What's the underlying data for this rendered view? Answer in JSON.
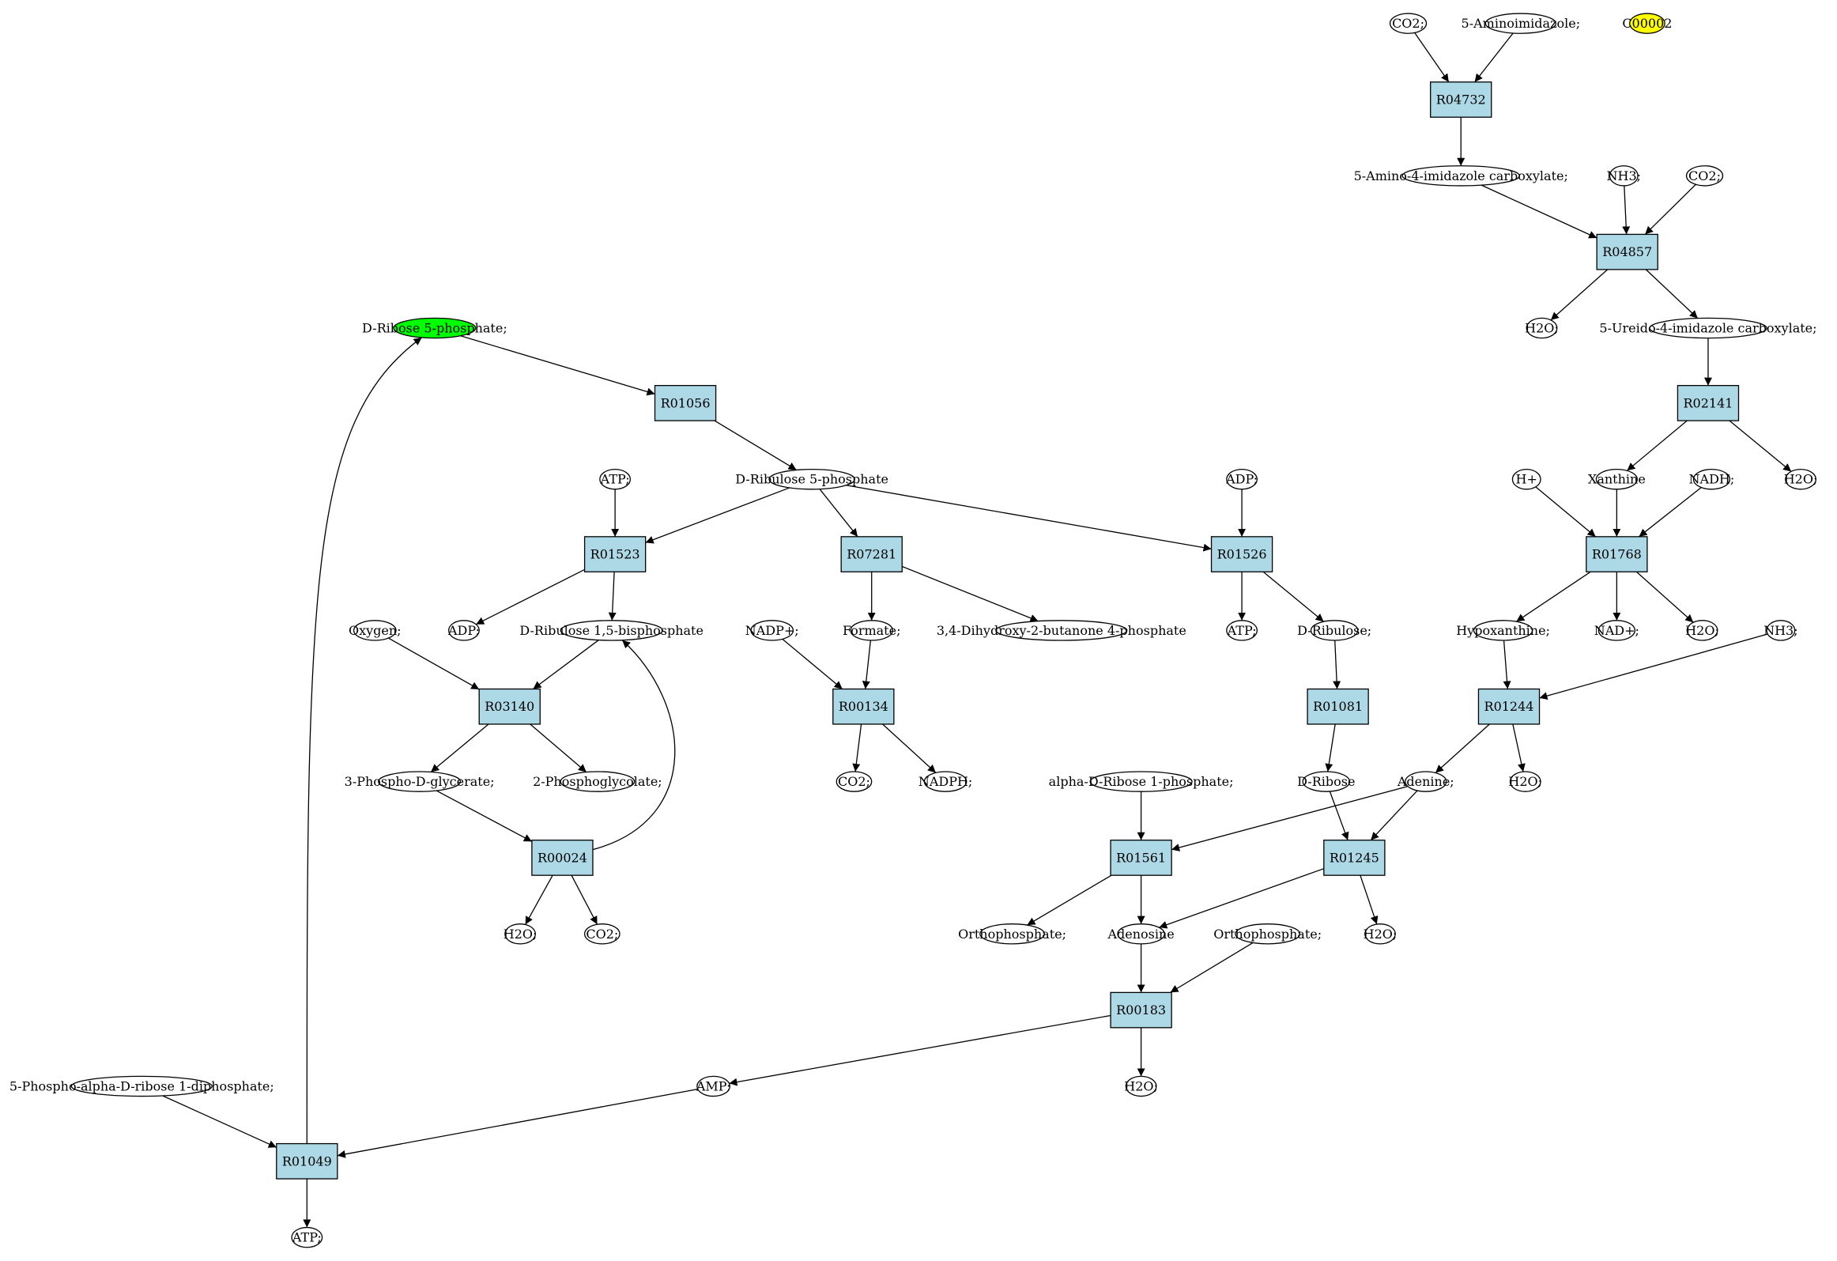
{
  "colors": {
    "reaction_fill": "#add8e6",
    "compound_fill": "#ffffff",
    "highlight_green": "#00ff00",
    "highlight_yellow": "#ffff00",
    "stroke": "#000000"
  },
  "nodes": [
    {
      "id": "c_co2_top",
      "shape": "ellipse",
      "label": "CO2;"
    },
    {
      "id": "c_5aminoimidazole",
      "shape": "ellipse",
      "label": "5-Aminoimidazole;"
    },
    {
      "id": "c_c00002",
      "shape": "ellipse",
      "label": "C00002",
      "fill": "highlight_yellow"
    },
    {
      "id": "r_R04732",
      "shape": "rect",
      "label": "R04732"
    },
    {
      "id": "c_5a4ic",
      "shape": "ellipse",
      "label": "5-Amino-4-imidazole carboxylate;"
    },
    {
      "id": "c_nh3_1",
      "shape": "ellipse",
      "label": "NH3;"
    },
    {
      "id": "c_co2_2",
      "shape": "ellipse",
      "label": "CO2;"
    },
    {
      "id": "r_R04857",
      "shape": "rect",
      "label": "R04857"
    },
    {
      "id": "c_h2o_1",
      "shape": "ellipse",
      "label": "H2O;"
    },
    {
      "id": "c_5u4ic",
      "shape": "ellipse",
      "label": "5-Ureido-4-imidazole carboxylate;"
    },
    {
      "id": "c_dr5p_green",
      "shape": "ellipse",
      "label": "D-Ribose 5-phosphate;",
      "fill": "highlight_green"
    },
    {
      "id": "r_R01056",
      "shape": "rect",
      "label": "R01056"
    },
    {
      "id": "r_R02141",
      "shape": "rect",
      "label": "R02141"
    },
    {
      "id": "c_atp_1",
      "shape": "ellipse",
      "label": "ATP;"
    },
    {
      "id": "c_dribulose5p",
      "shape": "ellipse",
      "label": "D-Ribulose 5-phosphate"
    },
    {
      "id": "c_adp_1",
      "shape": "ellipse",
      "label": "ADP;"
    },
    {
      "id": "c_hplus",
      "shape": "ellipse",
      "label": "H+"
    },
    {
      "id": "c_xanthine",
      "shape": "ellipse",
      "label": "Xanthine"
    },
    {
      "id": "c_nadh",
      "shape": "ellipse",
      "label": "NADH;"
    },
    {
      "id": "c_h2o_2",
      "shape": "ellipse",
      "label": "H2O;"
    },
    {
      "id": "r_R01523",
      "shape": "rect",
      "label": "R01523"
    },
    {
      "id": "r_R07281",
      "shape": "rect",
      "label": "R07281"
    },
    {
      "id": "r_R01526",
      "shape": "rect",
      "label": "R01526"
    },
    {
      "id": "r_R01768",
      "shape": "rect",
      "label": "R01768"
    },
    {
      "id": "c_oxygen",
      "shape": "ellipse",
      "label": "Oxygen;"
    },
    {
      "id": "c_adp_2",
      "shape": "ellipse",
      "label": "ADP;"
    },
    {
      "id": "c_drb15bp",
      "shape": "ellipse",
      "label": "D-Ribulose 1,5-bisphosphate"
    },
    {
      "id": "c_nadpplus",
      "shape": "ellipse",
      "label": "NADP+;"
    },
    {
      "id": "c_formate",
      "shape": "ellipse",
      "label": "Formate;"
    },
    {
      "id": "c_34dh2b4p",
      "shape": "ellipse",
      "label": "3,4-Dihydroxy-2-butanone 4-phosphate"
    },
    {
      "id": "c_atp_2",
      "shape": "ellipse",
      "label": "ATP;"
    },
    {
      "id": "c_dribulose",
      "shape": "ellipse",
      "label": "D-Ribulose;"
    },
    {
      "id": "c_hypoxanthine",
      "shape": "ellipse",
      "label": "Hypoxanthine;"
    },
    {
      "id": "c_nadplus",
      "shape": "ellipse",
      "label": "NAD+;"
    },
    {
      "id": "c_h2o_3",
      "shape": "ellipse",
      "label": "H2O;"
    },
    {
      "id": "c_nh3_2",
      "shape": "ellipse",
      "label": "NH3;"
    },
    {
      "id": "r_R03140",
      "shape": "rect",
      "label": "R03140"
    },
    {
      "id": "r_R00134",
      "shape": "rect",
      "label": "R00134"
    },
    {
      "id": "r_R01081",
      "shape": "rect",
      "label": "R01081"
    },
    {
      "id": "r_R01244",
      "shape": "rect",
      "label": "R01244"
    },
    {
      "id": "c_3pdg",
      "shape": "ellipse",
      "label": "3-Phospho-D-glycerate;"
    },
    {
      "id": "c_2pg",
      "shape": "ellipse",
      "label": "2-Phosphoglycolate;"
    },
    {
      "id": "c_co2_3",
      "shape": "ellipse",
      "label": "CO2;"
    },
    {
      "id": "c_nadph",
      "shape": "ellipse",
      "label": "NADPH;"
    },
    {
      "id": "c_adr1p",
      "shape": "ellipse",
      "label": "alpha-D-Ribose 1-phosphate;"
    },
    {
      "id": "c_dribose",
      "shape": "ellipse",
      "label": "D-Ribose"
    },
    {
      "id": "c_adenine",
      "shape": "ellipse",
      "label": "Adenine;"
    },
    {
      "id": "c_h2o_4",
      "shape": "ellipse",
      "label": "H2O;"
    },
    {
      "id": "r_R00024",
      "shape": "rect",
      "label": "R00024"
    },
    {
      "id": "r_R01561",
      "shape": "rect",
      "label": "R01561"
    },
    {
      "id": "r_R01245",
      "shape": "rect",
      "label": "R01245"
    },
    {
      "id": "c_h2o_5",
      "shape": "ellipse",
      "label": "H2O;"
    },
    {
      "id": "c_co2_4",
      "shape": "ellipse",
      "label": "CO2;"
    },
    {
      "id": "c_orthophosphate_1",
      "shape": "ellipse",
      "label": "Orthophosphate;"
    },
    {
      "id": "c_adenosine",
      "shape": "ellipse",
      "label": "Adenosine"
    },
    {
      "id": "c_orthophosphate_2",
      "shape": "ellipse",
      "label": "Orthophosphate;"
    },
    {
      "id": "c_h2o_6",
      "shape": "ellipse",
      "label": "H2O;"
    },
    {
      "id": "r_R00183",
      "shape": "rect",
      "label": "R00183"
    },
    {
      "id": "c_5pardp",
      "shape": "ellipse",
      "label": "5-Phospho-alpha-D-ribose 1-diphosphate;"
    },
    {
      "id": "c_amp",
      "shape": "ellipse",
      "label": "AMP;"
    },
    {
      "id": "c_h2o_7",
      "shape": "ellipse",
      "label": "H2O;"
    },
    {
      "id": "r_R01049",
      "shape": "rect",
      "label": "R01049"
    },
    {
      "id": "c_atp_3",
      "shape": "ellipse",
      "label": "ATP;"
    }
  ],
  "edges": [
    {
      "from": "c_co2_top",
      "to": "r_R04732"
    },
    {
      "from": "c_5aminoimidazole",
      "to": "r_R04732"
    },
    {
      "from": "r_R04732",
      "to": "c_5a4ic"
    },
    {
      "from": "c_5a4ic",
      "to": "r_R04857"
    },
    {
      "from": "c_nh3_1",
      "to": "r_R04857"
    },
    {
      "from": "c_co2_2",
      "to": "r_R04857"
    },
    {
      "from": "r_R04857",
      "to": "c_h2o_1"
    },
    {
      "from": "r_R04857",
      "to": "c_5u4ic"
    },
    {
      "from": "c_5u4ic",
      "to": "r_R02141"
    },
    {
      "from": "r_R02141",
      "to": "c_xanthine"
    },
    {
      "from": "r_R02141",
      "to": "c_h2o_2"
    },
    {
      "from": "c_hplus",
      "to": "r_R01768"
    },
    {
      "from": "c_xanthine",
      "to": "r_R01768"
    },
    {
      "from": "c_nadh",
      "to": "r_R01768"
    },
    {
      "from": "r_R01768",
      "to": "c_hypoxanthine"
    },
    {
      "from": "r_R01768",
      "to": "c_nadplus"
    },
    {
      "from": "r_R01768",
      "to": "c_h2o_3"
    },
    {
      "from": "c_hypoxanthine",
      "to": "r_R01244"
    },
    {
      "from": "c_nh3_2",
      "to": "r_R01244"
    },
    {
      "from": "r_R01244",
      "to": "c_adenine"
    },
    {
      "from": "r_R01244",
      "to": "c_h2o_4"
    },
    {
      "from": "c_dr5p_green",
      "to": "r_R01056"
    },
    {
      "from": "r_R01056",
      "to": "c_dribulose5p"
    },
    {
      "from": "c_dribulose5p",
      "to": "r_R01523"
    },
    {
      "from": "c_dribulose5p",
      "to": "r_R07281"
    },
    {
      "from": "c_dribulose5p",
      "to": "r_R01526"
    },
    {
      "from": "c_atp_1",
      "to": "r_R01523"
    },
    {
      "from": "r_R01523",
      "to": "c_adp_2"
    },
    {
      "from": "r_R01523",
      "to": "c_drb15bp"
    },
    {
      "from": "c_oxygen",
      "to": "r_R03140"
    },
    {
      "from": "c_drb15bp",
      "to": "r_R03140"
    },
    {
      "from": "r_R03140",
      "to": "c_3pdg"
    },
    {
      "from": "r_R03140",
      "to": "c_2pg"
    },
    {
      "from": "c_3pdg",
      "to": "r_R00024"
    },
    {
      "from": "r_R00024",
      "to": "c_drb15bp",
      "curve": "up"
    },
    {
      "from": "r_R00024",
      "to": "c_h2o_5"
    },
    {
      "from": "r_R00024",
      "to": "c_co2_4"
    },
    {
      "from": "r_R07281",
      "to": "c_formate"
    },
    {
      "from": "r_R07281",
      "to": "c_34dh2b4p"
    },
    {
      "from": "c_nadpplus",
      "to": "r_R00134"
    },
    {
      "from": "c_formate",
      "to": "r_R00134"
    },
    {
      "from": "r_R00134",
      "to": "c_co2_3"
    },
    {
      "from": "r_R00134",
      "to": "c_nadph"
    },
    {
      "from": "c_adp_1",
      "to": "r_R01526"
    },
    {
      "from": "r_R01526",
      "to": "c_atp_2"
    },
    {
      "from": "r_R01526",
      "to": "c_dribulose"
    },
    {
      "from": "c_dribulose",
      "to": "r_R01081"
    },
    {
      "from": "r_R01081",
      "to": "c_dribose"
    },
    {
      "from": "c_dribose",
      "to": "r_R01245"
    },
    {
      "from": "c_adenine",
      "to": "r_R01245"
    },
    {
      "from": "c_adenine",
      "to": "r_R01561"
    },
    {
      "from": "c_adr1p",
      "to": "r_R01561"
    },
    {
      "from": "r_R01561",
      "to": "c_orthophosphate_1"
    },
    {
      "from": "r_R01561",
      "to": "c_adenosine"
    },
    {
      "from": "r_R01245",
      "to": "c_adenosine"
    },
    {
      "from": "r_R01245",
      "to": "c_h2o_6"
    },
    {
      "from": "c_adenosine",
      "to": "r_R00183"
    },
    {
      "from": "c_orthophosphate_2",
      "to": "r_R00183"
    },
    {
      "from": "r_R00183",
      "to": "c_amp"
    },
    {
      "from": "r_R00183",
      "to": "c_h2o_7"
    },
    {
      "from": "c_5pardp",
      "to": "r_R01049"
    },
    {
      "from": "c_amp",
      "to": "r_R01049"
    },
    {
      "from": "r_R01049",
      "to": "c_atp_3"
    },
    {
      "from": "r_R01049",
      "to": "c_dr5p_green",
      "curve": "up"
    }
  ]
}
